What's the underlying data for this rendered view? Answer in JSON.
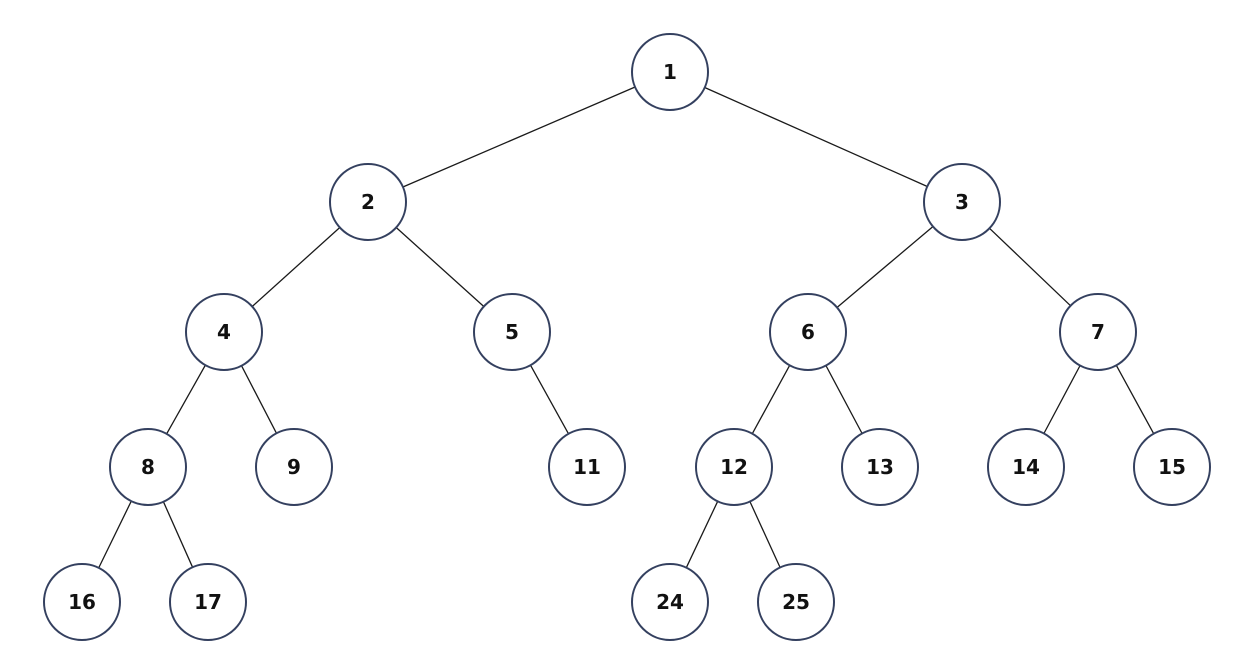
{
  "tree": {
    "nodes": [
      {
        "id": "1",
        "label": "1"
      },
      {
        "id": "2",
        "label": "2"
      },
      {
        "id": "3",
        "label": "3"
      },
      {
        "id": "4",
        "label": "4"
      },
      {
        "id": "5",
        "label": "5"
      },
      {
        "id": "6",
        "label": "6"
      },
      {
        "id": "7",
        "label": "7"
      },
      {
        "id": "8",
        "label": "8"
      },
      {
        "id": "9",
        "label": "9"
      },
      {
        "id": "11",
        "label": "11"
      },
      {
        "id": "12",
        "label": "12"
      },
      {
        "id": "13",
        "label": "13"
      },
      {
        "id": "14",
        "label": "14"
      },
      {
        "id": "15",
        "label": "15"
      },
      {
        "id": "16",
        "label": "16"
      },
      {
        "id": "17",
        "label": "17"
      },
      {
        "id": "24",
        "label": "24"
      },
      {
        "id": "25",
        "label": "25"
      }
    ],
    "edges": [
      [
        "1",
        "2"
      ],
      [
        "1",
        "3"
      ],
      [
        "2",
        "4"
      ],
      [
        "2",
        "5"
      ],
      [
        "3",
        "6"
      ],
      [
        "3",
        "7"
      ],
      [
        "4",
        "8"
      ],
      [
        "4",
        "9"
      ],
      [
        "5",
        "11"
      ],
      [
        "6",
        "12"
      ],
      [
        "6",
        "13"
      ],
      [
        "7",
        "14"
      ],
      [
        "7",
        "15"
      ],
      [
        "8",
        "16"
      ],
      [
        "8",
        "17"
      ],
      [
        "12",
        "24"
      ],
      [
        "12",
        "25"
      ]
    ]
  },
  "colors": {
    "node_stroke": "#34405f",
    "edge_stroke": "#1a1a1a",
    "label": "#111111",
    "background": "#ffffff"
  }
}
